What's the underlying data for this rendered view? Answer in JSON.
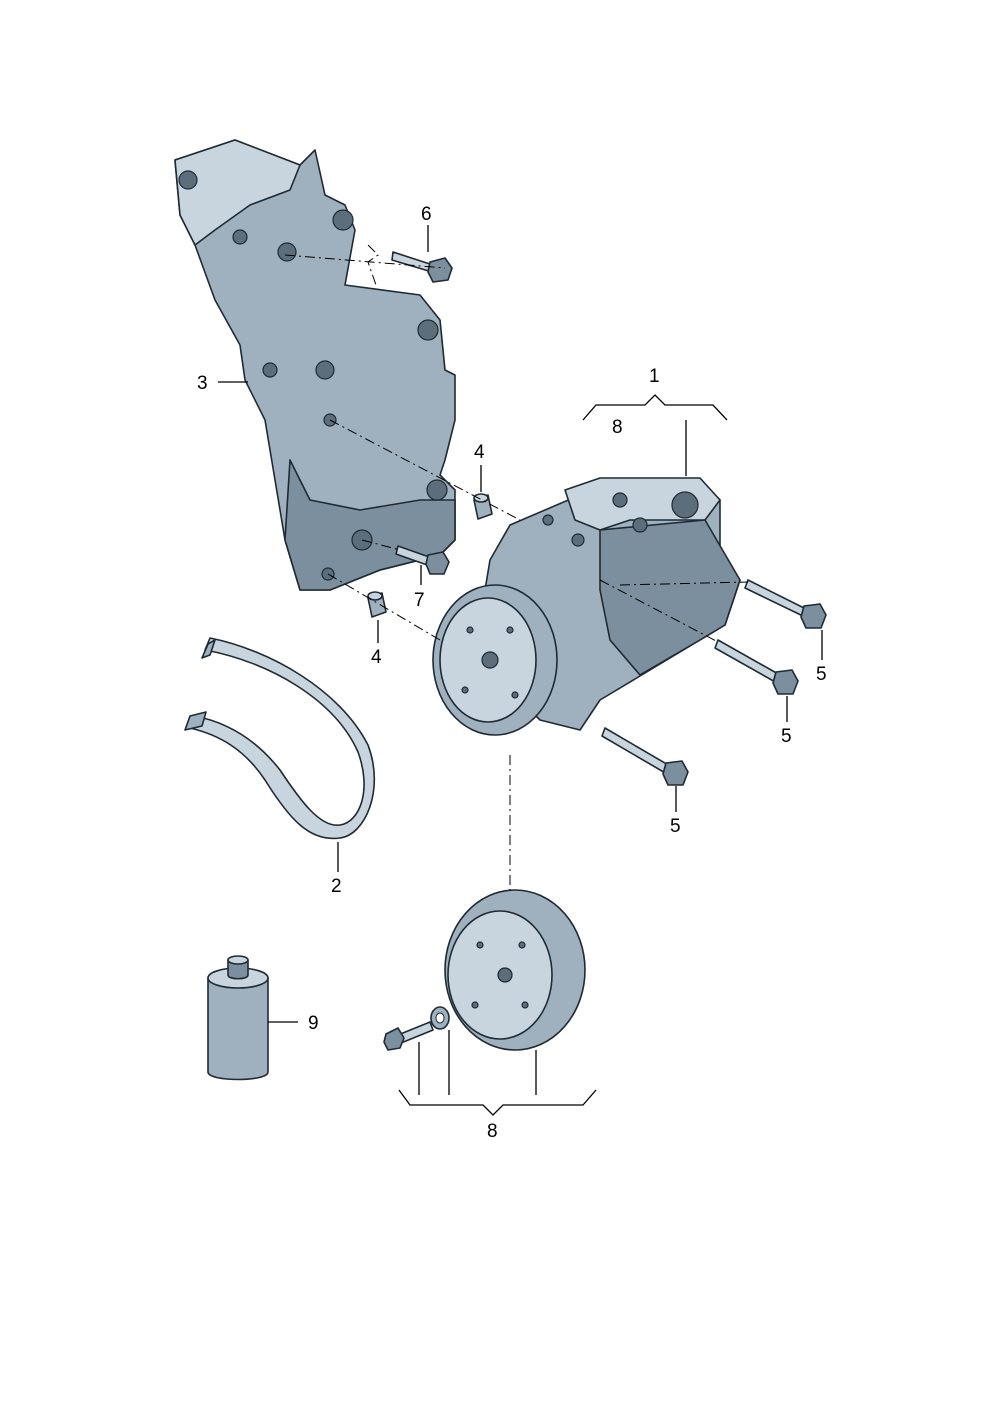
{
  "callouts": {
    "c1": "1",
    "c2": "2",
    "c3": "3",
    "c4a": "4",
    "c4b": "4",
    "c5a": "5",
    "c5b": "5",
    "c5c": "5",
    "c6": "6",
    "c7": "7",
    "c8a": "8",
    "c8b": "8",
    "c9": "9"
  },
  "colors": {
    "part_dark": "#7b8f9e",
    "part_mid": "#9fb1bf",
    "part_light": "#c9d5de",
    "outline": "#1f2a33"
  }
}
